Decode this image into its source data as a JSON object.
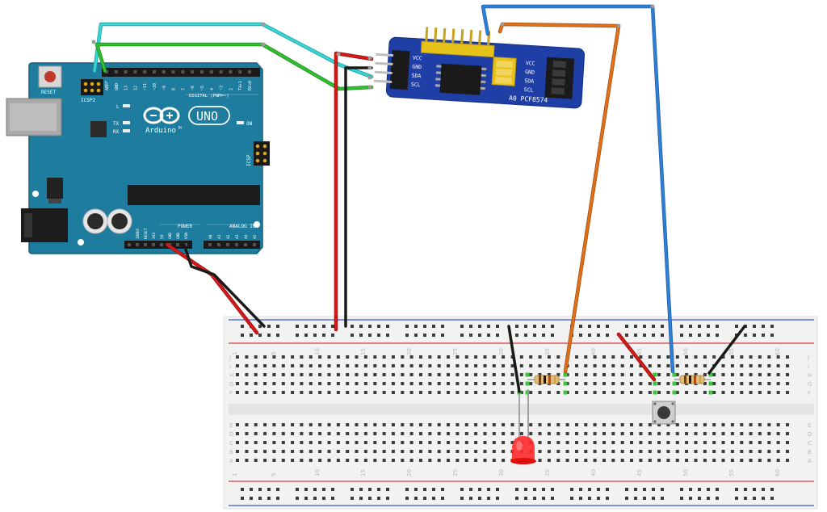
{
  "arduino": {
    "reset_label": "RESET",
    "icsp2_label": "ICSP2",
    "icsp_label": "ICSP",
    "led_l": "L",
    "tx_label": "TX",
    "rx_label": "RX",
    "on_label": "ON",
    "brand": "Arduino",
    "tm": "TM",
    "model": "UNO",
    "digital_label": "DIGITAL (PWM=~)",
    "power_label": "POWER",
    "analog_label": "ANALOG IN",
    "top_pins": [
      "AREF",
      "GND",
      "13",
      "12",
      "~11",
      "~10",
      "~9",
      "8",
      "7",
      "~6",
      "~5",
      "4",
      "~3",
      "2",
      "TX▸1",
      "RX◂0"
    ],
    "power_pins": [
      "IOREF",
      "RESET",
      "3V3",
      "5V",
      "GND",
      "GND",
      "VIN"
    ],
    "analog_pins": [
      "A0",
      "A1",
      "A2",
      "A3",
      "A4",
      "A5"
    ],
    "colors": {
      "board": "#1e7d9f",
      "board_edge": "#165e79",
      "header": "#1a1a1a",
      "usb": "#a9a9a9"
    }
  },
  "pcf": {
    "model_label": "A0 PCF8574",
    "left_pins": [
      "VCC",
      "GND",
      "SDA",
      "SCL"
    ],
    "right_pins": [
      "VCC",
      "GND",
      "SDA",
      "SCL"
    ],
    "colors": {
      "board": "#1f3ea6",
      "header": "#e7c21a"
    }
  },
  "breadboard": {
    "column_numbers": [
      "1",
      "5",
      "10",
      "15",
      "20",
      "25",
      "30",
      "35",
      "40",
      "45",
      "50",
      "55",
      "60"
    ],
    "row_letters_top": [
      "J",
      "I",
      "H",
      "G",
      "F"
    ],
    "row_letters_bottom": [
      "E",
      "D",
      "C",
      "B",
      "A"
    ]
  },
  "components": {
    "led": "red-led",
    "button": "pushbutton",
    "resistors": [
      "led-resistor",
      "button-resistor"
    ]
  },
  "wires": {
    "colors": {
      "red": "#d61a1a",
      "black": "#1a1a1a",
      "green": "#2fbf2f",
      "cyan": "#36d4d4",
      "orange": "#e0701a",
      "blue": "#2f7fd6"
    }
  }
}
